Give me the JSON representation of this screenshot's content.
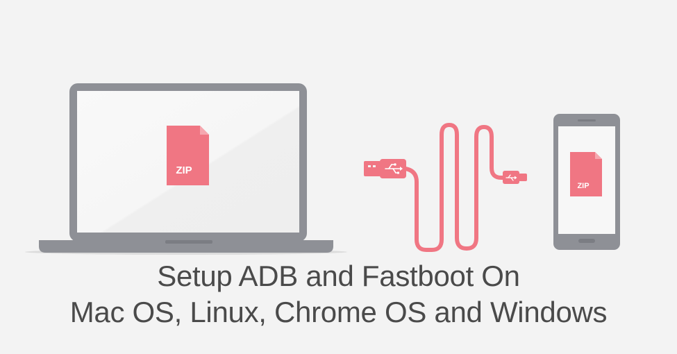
{
  "illustration": {
    "laptop_file_label": "ZIP",
    "phone_file_label": "ZIP",
    "colors": {
      "background": "#f3f3f3",
      "device_frame": "#8e9096",
      "screen": "#f7f7f7",
      "accent": "#f07683",
      "text": "#4a4a4a"
    },
    "icons": [
      "laptop-icon",
      "zip-file-icon",
      "usb-cable-icon",
      "usb-connector-icon",
      "micro-usb-connector-icon",
      "smartphone-icon"
    ]
  },
  "headline": {
    "line1": "Setup ADB and Fastboot On",
    "line2": "Mac OS, Linux, Chrome OS and Windows"
  }
}
